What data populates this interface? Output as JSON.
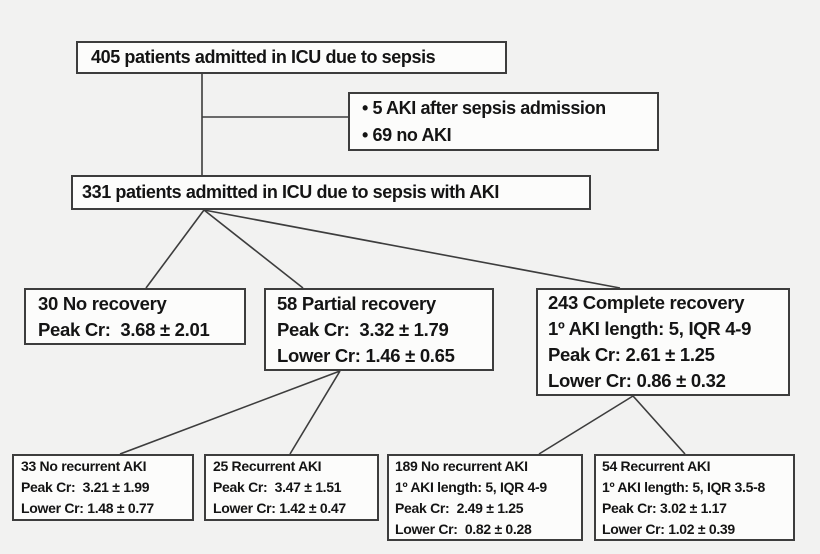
{
  "colors": {
    "background": "#f2f2f1",
    "box_fill": "#fcfcfb",
    "border": "#3d3d3d",
    "text": "#141414"
  },
  "nodes": {
    "root": {
      "lines": [
        "405 patients admitted in ICU due to sepsis"
      ]
    },
    "exclusions": {
      "lines": [
        "• 5 AKI after sepsis admission",
        "• 69 no AKI"
      ]
    },
    "aki": {
      "lines": [
        "331 patients admitted in ICU due to sepsis with AKI"
      ]
    },
    "no_recovery": {
      "lines": [
        "30 No recovery",
        "Peak Cr:  3.68 ± 2.01"
      ]
    },
    "partial_recovery": {
      "lines": [
        "58 Partial recovery",
        "Peak Cr:  3.32 ± 1.79",
        "Lower Cr: 1.46 ± 0.65"
      ]
    },
    "complete_recovery": {
      "lines": [
        "243 Complete recovery",
        "1º AKI length: 5, IQR 4-9",
        "Peak Cr: 2.61 ± 1.25",
        "Lower Cr: 0.86 ± 0.32"
      ]
    },
    "no_recurrent_after_partial": {
      "lines": [
        "33 No recurrent AKI",
        "Peak Cr:  3.21 ± 1.99",
        "Lower Cr: 1.48 ± 0.77"
      ]
    },
    "recurrent_after_partial": {
      "lines": [
        "25 Recurrent AKI",
        "Peak Cr:  3.47 ± 1.51",
        "Lower Cr: 1.42 ± 0.47"
      ]
    },
    "no_recurrent_after_complete": {
      "lines": [
        "189 No recurrent AKI",
        "1º AKI length: 5, IQR 4-9",
        "Peak Cr:  2.49 ± 1.25",
        "Lower Cr:  0.82 ± 0.28"
      ]
    },
    "recurrent_after_complete": {
      "lines": [
        "54 Recurrent AKI",
        "1º AKI length: 5, IQR 3.5-8",
        "Peak Cr: 3.02 ± 1.17",
        "Lower Cr: 1.02 ± 0.39"
      ]
    }
  }
}
